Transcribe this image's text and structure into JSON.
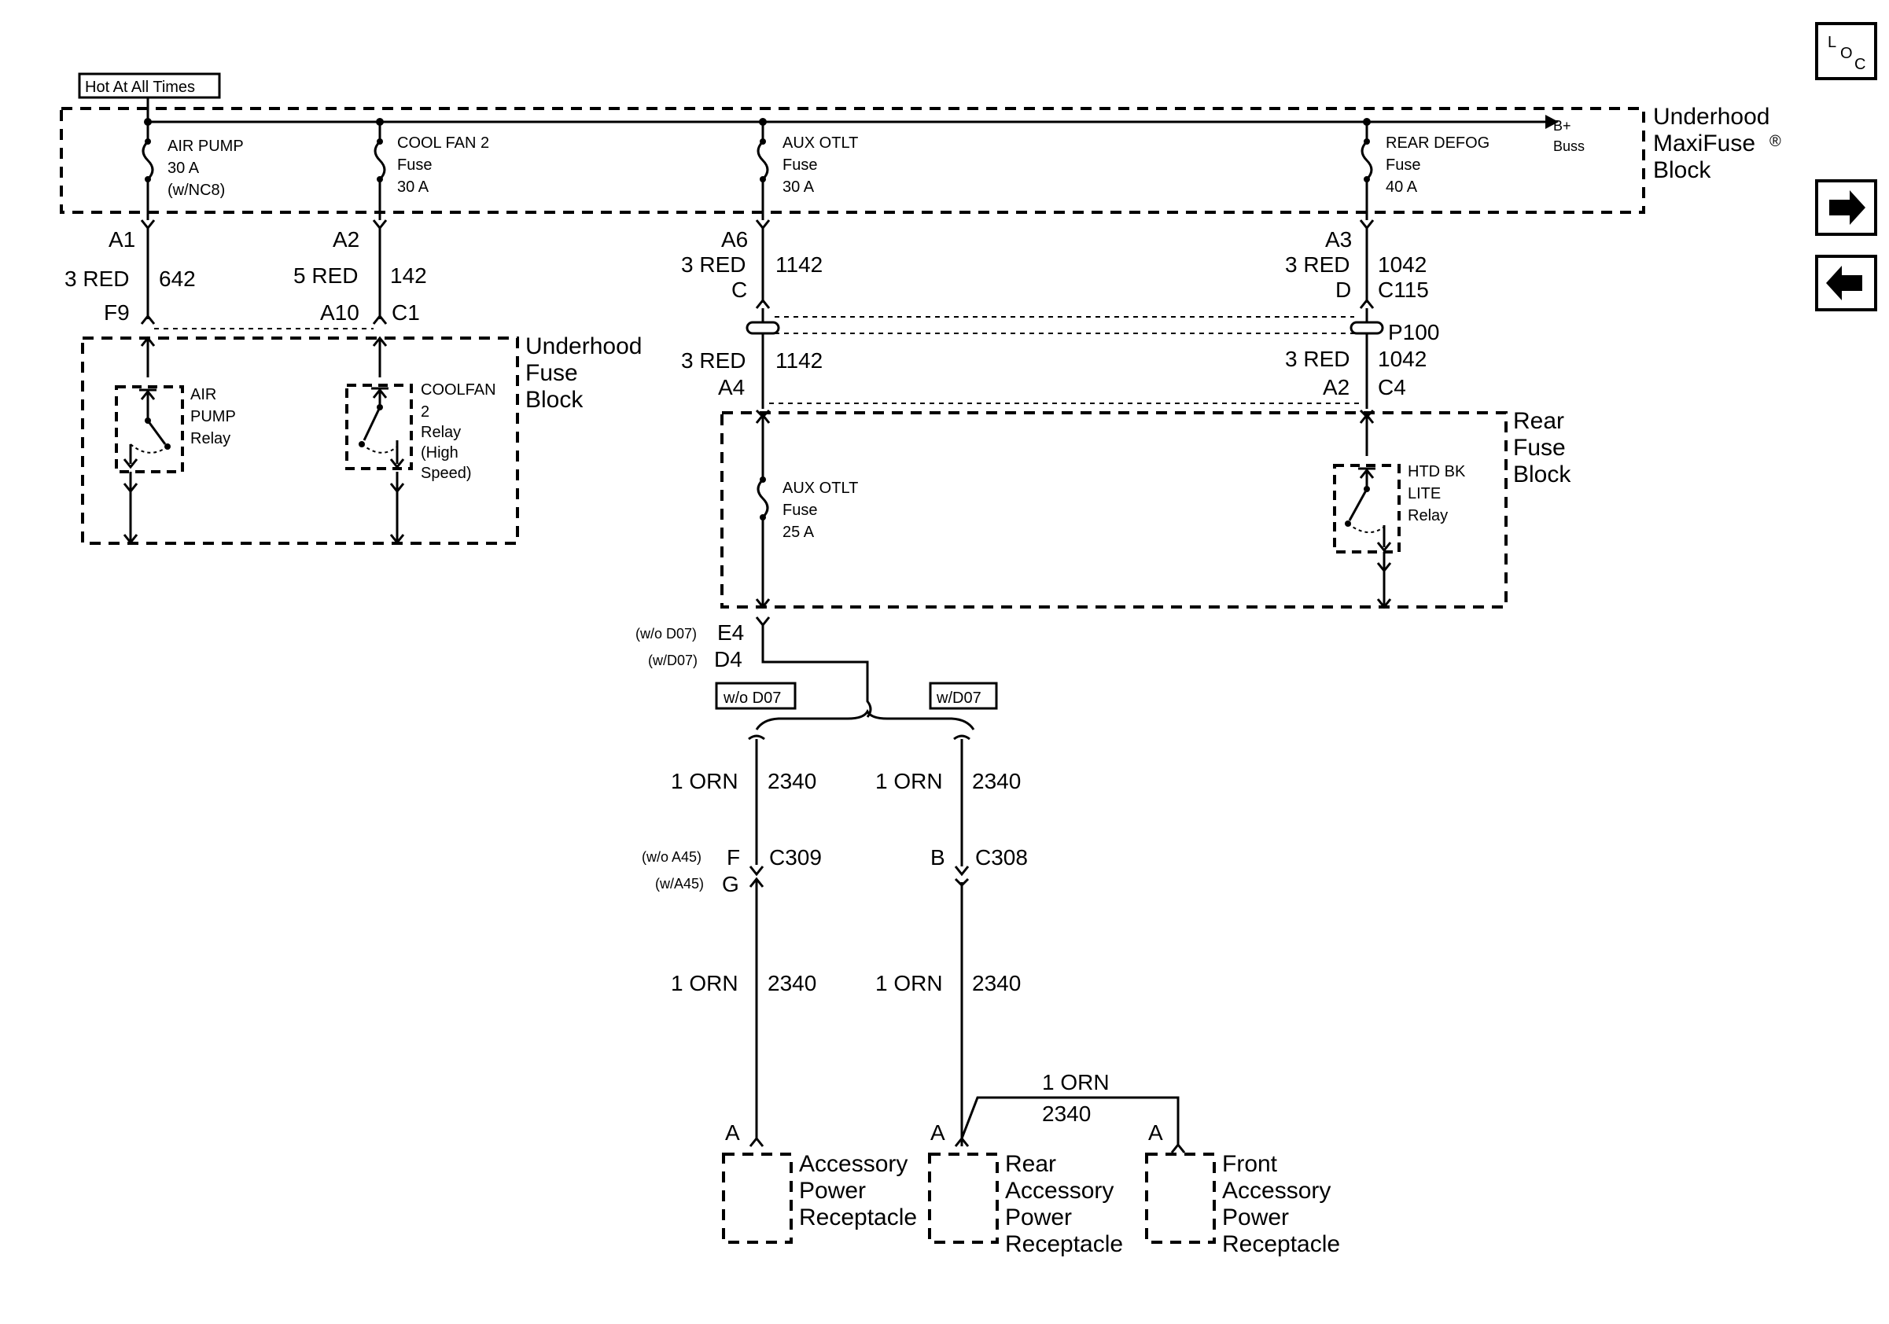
{
  "hot_label": "Hot At All Times",
  "maxifuse_block": {
    "l1": "Underhood",
    "l2": "MaxiFuse",
    "reg": "®",
    "l3": "Block",
    "bplus_1": "B+",
    "bplus_2": "Buss"
  },
  "fuses_top": {
    "air_pump": {
      "l1": "AIR PUMP",
      "l2": "30 A",
      "l3": "(w/NC8)"
    },
    "cool_fan": {
      "l1": "COOL FAN 2",
      "l2": "Fuse",
      "l3": "30 A"
    },
    "aux_otlt": {
      "l1": "AUX OTLT",
      "l2": "Fuse",
      "l3": "30 A"
    },
    "rear_defog": {
      "l1": "REAR DEFOG",
      "l2": "Fuse",
      "l3": "40 A"
    }
  },
  "pins": {
    "a1": "A1",
    "a2": "A2",
    "a6": "A6",
    "a3": "A3",
    "f9": "F9",
    "a10": "A10",
    "c1": "C1",
    "c": "C",
    "d": "D",
    "c115": "C115",
    "p100": "P100",
    "a4": "A4",
    "a2b": "A2",
    "c4": "C4",
    "e4": "E4",
    "d4": "D4",
    "wo_d07_small": "(w/o D07)",
    "w_d07_small": "(w/D07)",
    "f": "F",
    "g": "G",
    "wo_a45": "(w/o A45)",
    "w_a45": "(w/A45)",
    "c309": "C309",
    "b": "B",
    "c308": "C308",
    "a_left": "A",
    "a_mid": "A",
    "a_right": "A"
  },
  "wires": {
    "w642_color": "3 RED",
    "w642_num": "642",
    "w142_color": "5 RED",
    "w142_num": "142",
    "w1142_color": "3 RED",
    "w1142_num": "1142",
    "w1042_color": "3 RED",
    "w1042_num": "1042",
    "w1142b_color": "3 RED",
    "w1142b_num": "1142",
    "w1042b_color": "3 RED",
    "w1042b_num": "1042",
    "w2340a_color": "1 ORN",
    "w2340a_num": "2340",
    "w2340b_color": "1 ORN",
    "w2340b_num": "2340",
    "w2340c_color": "1 ORN",
    "w2340c_num": "2340",
    "w2340d_color": "1 ORN",
    "w2340d_num": "2340",
    "w2340e_color": "1 ORN",
    "w2340e_num": "2340"
  },
  "underhood_fuse_block": {
    "l1": "Underhood",
    "l2": "Fuse",
    "l3": "Block"
  },
  "relays": {
    "air_pump": {
      "l1": "AIR",
      "l2": "PUMP",
      "l3": "Relay"
    },
    "coolfan": {
      "l1": "COOLFAN",
      "l2": "2",
      "l3": "Relay",
      "l4": "(High",
      "l5": "Speed)"
    },
    "htd": {
      "l1": "HTD BK",
      "l2": "LITE",
      "l3": "Relay"
    }
  },
  "rear_fuse_block": {
    "l1": "Rear",
    "l2": "Fuse",
    "l3": "Block"
  },
  "aux_fuse_rear": {
    "l1": "AUX OTLT",
    "l2": "Fuse",
    "l3": "25 A"
  },
  "option_boxes": {
    "wo_d07": "w/o D07",
    "w_d07": "w/D07"
  },
  "receptacles": {
    "accessory": {
      "l1": "Accessory",
      "l2": "Power",
      "l3": "Receptacle"
    },
    "rear": {
      "l1": "Rear",
      "l2": "Accessory",
      "l3": "Power",
      "l4": "Receptacle"
    },
    "front": {
      "l1": "Front",
      "l2": "Accessory",
      "l3": "Power",
      "l4": "Receptacle"
    }
  },
  "nav": {
    "loc_l": "L",
    "loc_o": "O",
    "loc_c": "C",
    "forward_icon": "arrow-right-icon",
    "back_icon": "arrow-left-icon"
  }
}
